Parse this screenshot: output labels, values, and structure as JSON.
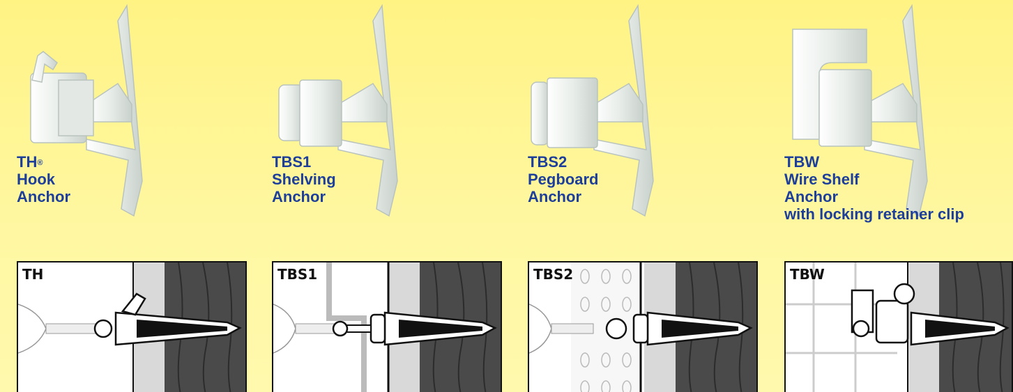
{
  "products": [
    {
      "title": "TH",
      "mark": "®",
      "line2": "Hook",
      "line3": "Anchor",
      "note": "",
      "panel_code": "TH",
      "head": "hook"
    },
    {
      "title": "TBS1",
      "mark": "",
      "line2": "Shelving",
      "line3": "Anchor",
      "note": "",
      "panel_code": "TBS1",
      "head": "collar"
    },
    {
      "title": "TBS2",
      "mark": "",
      "line2": "Pegboard",
      "line3": "Anchor",
      "note": "",
      "panel_code": "TBS2",
      "head": "collar"
    },
    {
      "title": "TBW",
      "mark": "",
      "line2": "Wire Shelf",
      "line3": "Anchor",
      "note": "with locking retainer clip",
      "panel_code": "TBW",
      "head": "clip"
    }
  ],
  "colors": {
    "label": "#1d3f9a",
    "plastic": "#eef1ee",
    "plastic_shade": "#cfd6d2",
    "wood": "#4a4a4a",
    "drywall": "#d9d9d9"
  },
  "icons": [
    "hook-anchor-icon",
    "shelving-anchor-icon",
    "pegboard-anchor-icon",
    "wire-shelf-anchor-icon"
  ]
}
